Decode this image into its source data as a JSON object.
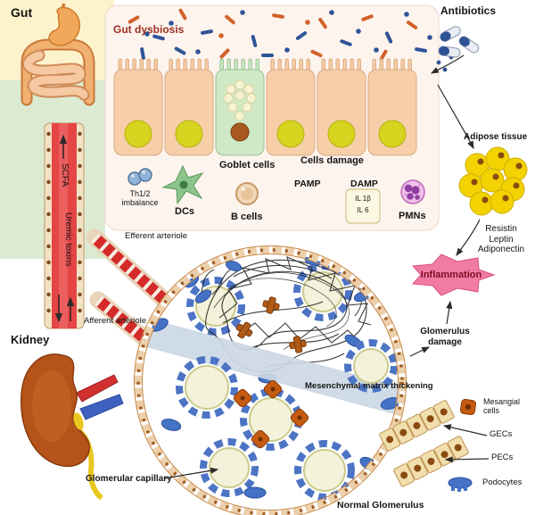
{
  "gut": {
    "title": "Gut"
  },
  "antibiotics": {
    "title": "Antibiotics"
  },
  "panel": {
    "title": "Gut dysbiosis",
    "goblet_cells": "Goblet cells",
    "cells_damage": "Cells damage",
    "th_imbalance": "Th1/2 imbalance",
    "dcs": "DCs",
    "b_cells": "B cells",
    "pamp": "PAMP",
    "damp": "DAMP",
    "il1b": "IL 1β",
    "il6": "IL 6",
    "pmns": "PMNs"
  },
  "adipose": {
    "title": "Adipose tissue",
    "factors": [
      "Resistin",
      "Leptin",
      "Adiponectin"
    ]
  },
  "vessel": {
    "scfa": "SCFA",
    "uremic_toxins": "Uremic toxins"
  },
  "inflammation": {
    "label": "Inflammation",
    "glomerulus_damage": "Glomerulus damage"
  },
  "kidney": {
    "title": "Kidney"
  },
  "glomerulus": {
    "efferent": "Efferent arteriole",
    "afferent": "Afferent arteriole",
    "glomerular_capillary": "Glomerular capillary",
    "mesenchymal": "Mesenchymal matrix thickening",
    "normal": "Normal Glomerulus"
  },
  "legend": {
    "mesangial": "Mesangial cells",
    "gecs": "GECs",
    "pecs": "PECs",
    "podocytes": "Podocytes"
  },
  "colors": {
    "bacteria_orange": "#d2622a",
    "bacteria_blue": "#2f5496",
    "podocyte_blue": "#4472c4",
    "mesangial_orange": "#c55a11",
    "inflammation_pink": "#f27ba4",
    "dysbiosis_red": "#9c2f1f"
  }
}
